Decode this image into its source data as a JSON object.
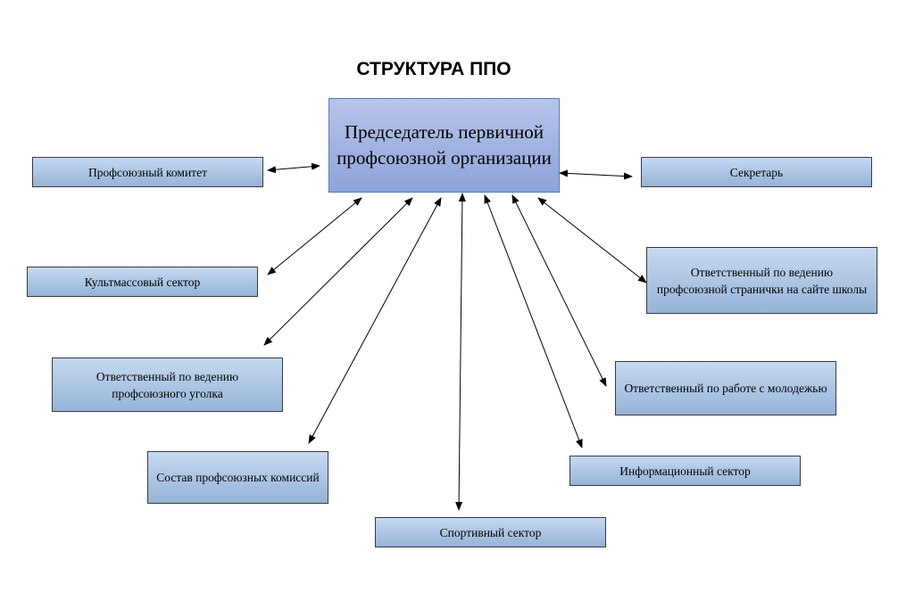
{
  "title": "СТРУКТУРА ППО",
  "center": "Председатель первичной профсоюзной организации",
  "boxes": {
    "committee": "Профсоюзный комитет",
    "secretary": "Секретарь",
    "culture": "Культмассовый сектор",
    "website": "Ответственный по ведению профсоюзной странички на сайте школы",
    "corner": "Ответственный по ведению профсоюзного уголка",
    "youth": "Ответственный по работе с молодежью",
    "commissions": "Состав профсоюзных комиссий",
    "info": "Информационный сектор",
    "sport": "Спортивный сектор"
  }
}
